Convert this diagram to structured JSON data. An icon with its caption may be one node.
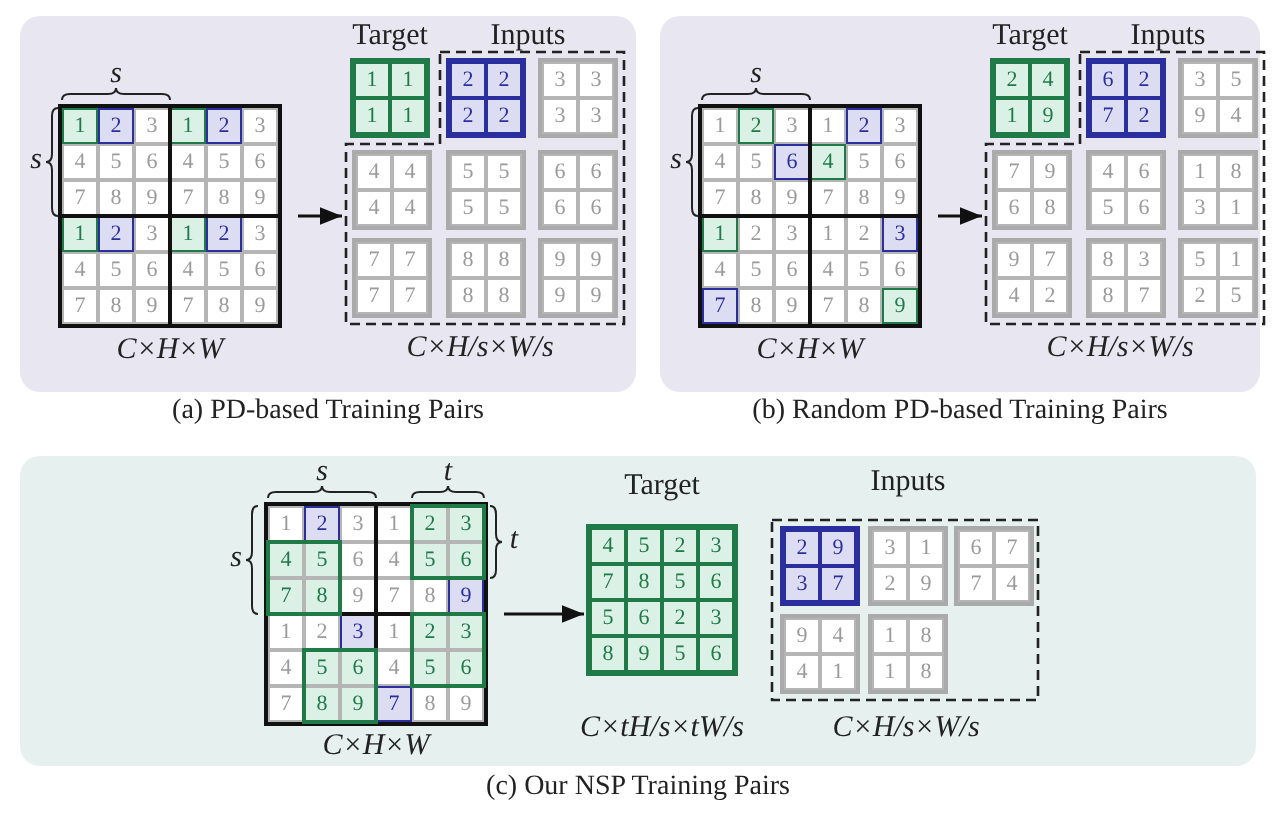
{
  "diagram": {
    "nodes": [
      {
        "text": [],
        "shape": "box"
      },
      {
        "text": [
          "1",
          "2",
          "3",
          "1",
          "2",
          "3",
          "4",
          "5",
          "6",
          "4",
          "5",
          "6",
          "7",
          "8",
          "9",
          "7",
          "8",
          "9",
          "1",
          "2",
          "3",
          "1",
          "2",
          "3",
          "4",
          "5",
          "6",
          "4",
          "5",
          "6",
          "7",
          "8",
          "9",
          "7",
          "8",
          "9"
        ],
        "in": 0,
        "beside": [
          "C×H×W"
        ]
      },
      {
        "text": [
          "Target",
          "1",
          "1",
          "1",
          "1"
        ],
        "in": 0
      },
      {
        "text": [
          "Inputs"
        ],
        "in": 0,
        "beside": [
          "C×H/s×W/s"
        ]
      },
      {
        "text": [
          "2",
          "2",
          "2",
          "2"
        ],
        "in": 3
      },
      {
        "text": [
          "3",
          "3",
          "3",
          "3"
        ],
        "in": 3
      },
      {
        "text": [
          "4",
          "4",
          "4",
          "4"
        ],
        "in": 3
      },
      {
        "text": [
          "5",
          "5",
          "5",
          "5"
        ],
        "in": 3
      },
      {
        "text": [
          "6",
          "6",
          "6",
          "6"
        ],
        "in": 3
      },
      {
        "text": [
          "7",
          "7",
          "7",
          "7"
        ],
        "in": 3
      },
      {
        "text": [
          "8",
          "8",
          "8",
          "8"
        ],
        "in": 3
      },
      {
        "text": [
          "9",
          "9",
          "9",
          "9"
        ],
        "in": 3
      },
      {
        "text": [],
        "shape": "box"
      },
      {
        "text": [
          "1",
          "2",
          "3",
          "1",
          "2",
          "3",
          "4",
          "5",
          "6",
          "4",
          "5",
          "6",
          "7",
          "8",
          "9",
          "7",
          "8",
          "9",
          "1",
          "2",
          "3",
          "1",
          "2",
          "3",
          "4",
          "5",
          "6",
          "4",
          "5",
          "6",
          "7",
          "8",
          "9",
          "7",
          "8",
          "9"
        ],
        "in": 12,
        "beside": [
          "C×H×W"
        ]
      },
      {
        "text": [
          "Target",
          "2",
          "4",
          "1",
          "9"
        ],
        "in": 12
      },
      {
        "text": [
          "Inputs"
        ],
        "in": 12,
        "beside": [
          "C×H/s×W/s"
        ]
      },
      {
        "text": [
          "6",
          "2",
          "7",
          "2"
        ],
        "in": 15
      },
      {
        "text": [
          "3",
          "5",
          "9",
          "4"
        ],
        "in": 15
      },
      {
        "text": [
          "7",
          "9",
          "6",
          "8"
        ],
        "in": 15
      },
      {
        "text": [
          "4",
          "6",
          "5",
          "6"
        ],
        "in": 15
      },
      {
        "text": [
          "1",
          "8",
          "3",
          "1"
        ],
        "in": 15
      },
      {
        "text": [
          "9",
          "7",
          "4",
          "2"
        ],
        "in": 15
      },
      {
        "text": [
          "8",
          "3",
          "8",
          "7"
        ],
        "in": 15
      },
      {
        "text": [
          "5",
          "1",
          "2",
          "5"
        ],
        "in": 15
      },
      {
        "text": [],
        "shape": "box"
      },
      {
        "text": [
          "1",
          "2",
          "3",
          "1",
          "2",
          "3",
          "4",
          "5",
          "6",
          "4",
          "5",
          "6",
          "7",
          "8",
          "9",
          "7",
          "8",
          "9",
          "1",
          "2",
          "3",
          "1",
          "2",
          "3",
          "4",
          "5",
          "6",
          "4",
          "5",
          "6",
          "7",
          "8",
          "9",
          "7",
          "8",
          "9"
        ],
        "in": 24,
        "beside": [
          "C×H×W"
        ]
      },
      {
        "text": [
          "Target",
          "4",
          "5",
          "2",
          "3",
          "7",
          "8",
          "5",
          "6",
          "5",
          "6",
          "2",
          "3",
          "8",
          "9",
          "5",
          "6"
        ],
        "in": 24,
        "beside": [
          "C×tH/s×tW/s"
        ]
      },
      {
        "text": [
          "Inputs"
        ],
        "in": 24,
        "beside": [
          "C×H/s×W/s"
        ]
      },
      {
        "text": [
          "2",
          "9",
          "3",
          "7"
        ],
        "in": 27
      },
      {
        "text": [
          "3",
          "1",
          "2",
          "9"
        ],
        "in": 27
      },
      {
        "text": [
          "6",
          "7",
          "7",
          "4"
        ],
        "in": 27
      },
      {
        "text": [
          "9",
          "4",
          "4",
          "1"
        ],
        "in": 27
      },
      {
        "text": [
          "1",
          "8",
          "1",
          "8"
        ],
        "in": 27
      }
    ],
    "edges": [
      {
        "from": 1,
        "to": 3,
        "arrow": "to"
      },
      {
        "from": 13,
        "to": 15,
        "arrow": "to"
      },
      {
        "from": 25,
        "to": 26,
        "arrow": "to"
      }
    ],
    "labels": [
      "s",
      "s",
      "s",
      "s",
      "(a) PD-based Training Pairs",
      "(b) Random PD-based Training Pairs",
      "s",
      "t",
      "s",
      "t",
      "(c) Our NSP Training Pairs"
    ]
  }
}
